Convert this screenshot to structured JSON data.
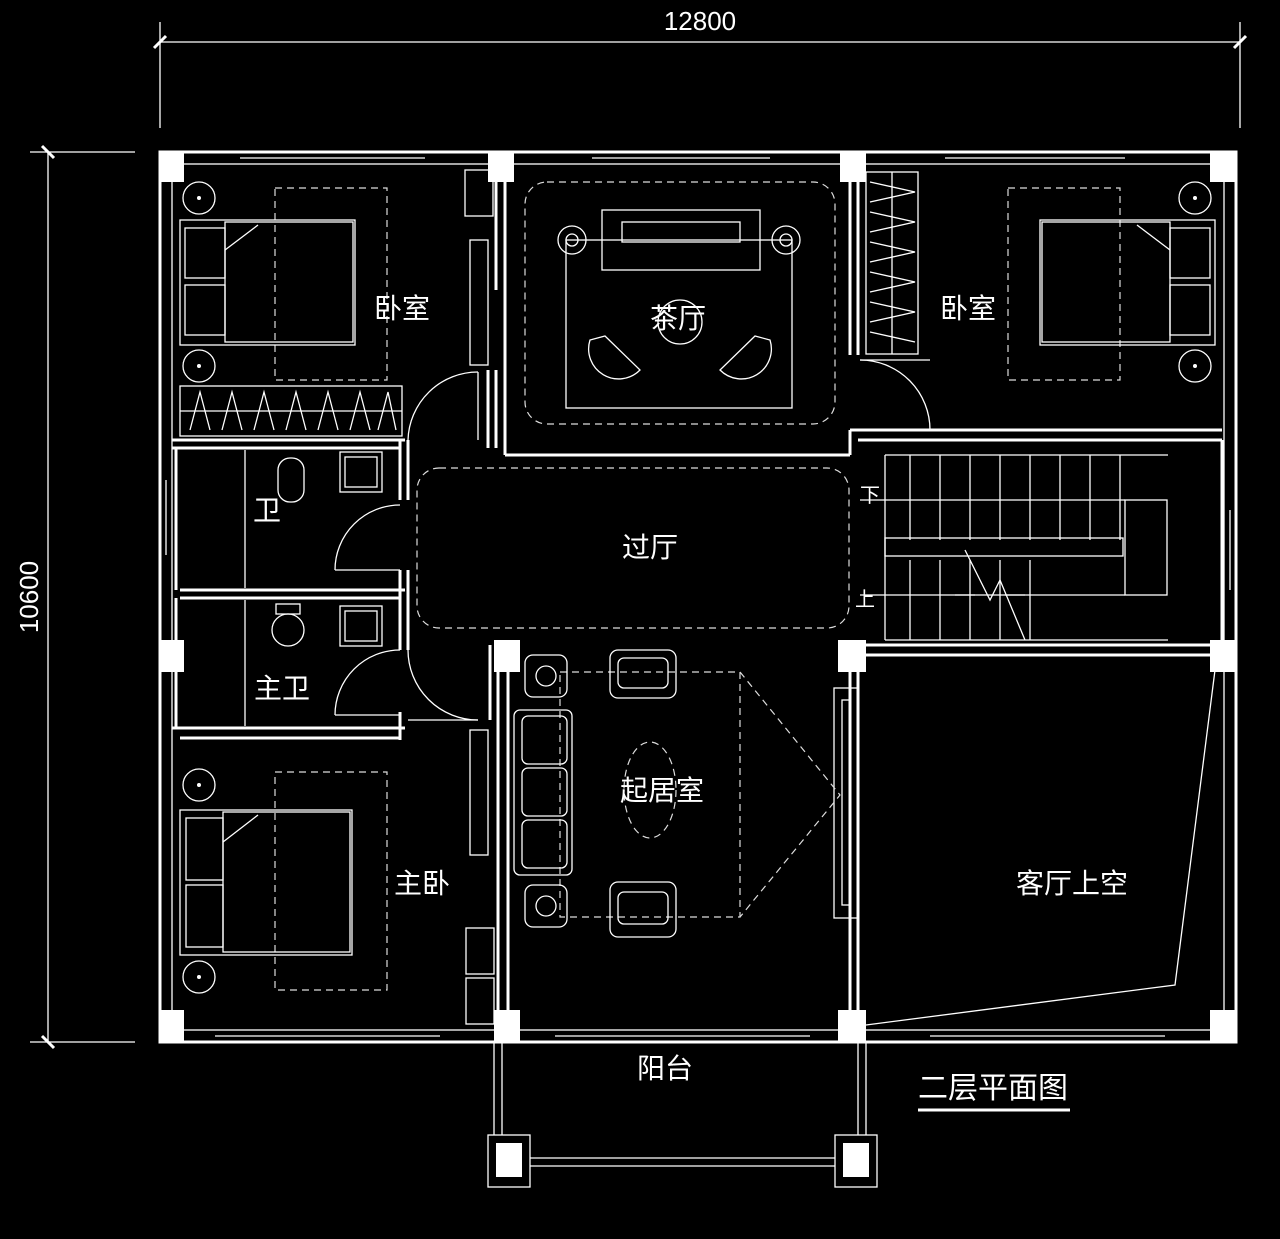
{
  "drawing": {
    "title": "二层平面图",
    "dimension_width": "12800",
    "dimension_height": "10600"
  },
  "rooms": {
    "bedroom_left": "卧室",
    "tea_room": "茶厅",
    "bedroom_right": "卧室",
    "bathroom": "卫",
    "hall": "过厅",
    "master_bath": "主卫",
    "living_room": "起居室",
    "master_bedroom": "主卧",
    "void": "客厅上空",
    "balcony": "阳台"
  },
  "stairs": {
    "down": "下",
    "up": "上"
  },
  "colors": {
    "background": "#000000",
    "lines": "#ffffff"
  }
}
